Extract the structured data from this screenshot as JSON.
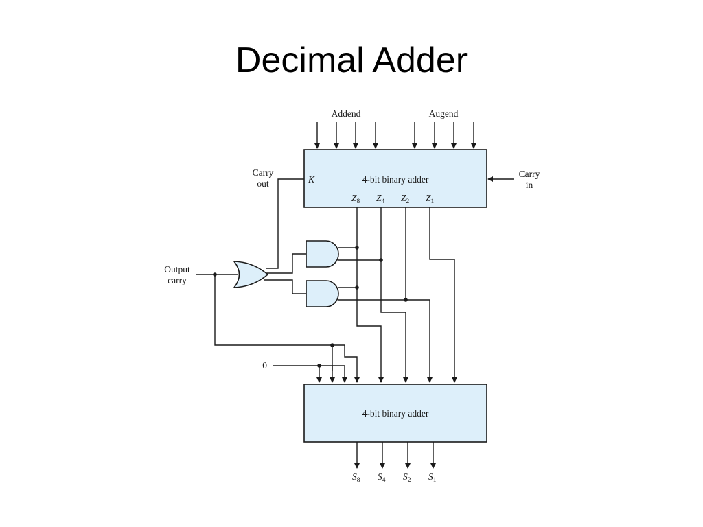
{
  "title": "Decimal Adder",
  "colors": {
    "block_fill": "#DDEFFA",
    "line": "#1a1a1a"
  },
  "labels": {
    "addend": "Addend",
    "augend": "Augend",
    "carry_out": [
      "Carry",
      "out"
    ],
    "carry_in": [
      "Carry",
      "in"
    ],
    "output_carry": [
      "Output",
      "carry"
    ],
    "zero": "0",
    "k": "K"
  },
  "top_adder": {
    "label": "4-bit binary adder",
    "outputs": [
      {
        "letter": "Z",
        "sub": "8"
      },
      {
        "letter": "Z",
        "sub": "4"
      },
      {
        "letter": "Z",
        "sub": "2"
      },
      {
        "letter": "Z",
        "sub": "1"
      }
    ]
  },
  "bottom_adder": {
    "label": "4-bit binary adder",
    "outputs": [
      {
        "letter": "S",
        "sub": "8"
      },
      {
        "letter": "S",
        "sub": "4"
      },
      {
        "letter": "S",
        "sub": "2"
      },
      {
        "letter": "S",
        "sub": "1"
      }
    ]
  },
  "gates": {
    "and_gates": 2,
    "or_gates": 1
  }
}
